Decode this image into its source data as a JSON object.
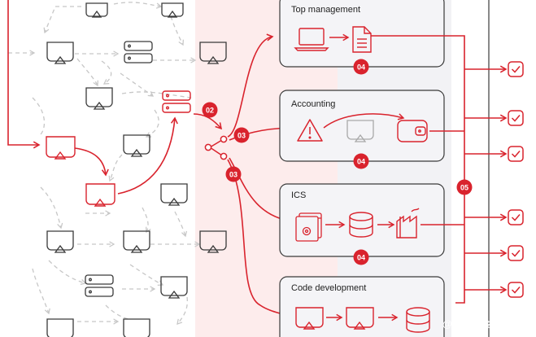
{
  "panels": [
    {
      "id": "top",
      "title": "Top management",
      "step": "04"
    },
    {
      "id": "acc",
      "title": "Accounting",
      "step": "04"
    },
    {
      "id": "ics",
      "title": "ICS",
      "step": "04"
    },
    {
      "id": "code",
      "title": "Code development"
    }
  ],
  "steps": {
    "s02": "02",
    "s03a": "03",
    "s03b": "03",
    "s05": "05"
  },
  "watermark": "@稀土掘金技术社区",
  "colors": {
    "accent": "#d9232d",
    "gray": "#c7c7c7",
    "dark": "#3a3a3a",
    "pinkband": "#fdecec",
    "panelbg": "#f2f2f5"
  },
  "icons": {
    "monitor": "monitor-icon",
    "server": "server-icon",
    "laptop": "laptop-icon",
    "document": "document-icon",
    "warning": "warning-icon",
    "wallet": "wallet-icon",
    "settings-window": "settings-window-icon",
    "database": "database-icon",
    "factory": "factory-icon",
    "share": "share-icon",
    "check": "check-icon"
  }
}
